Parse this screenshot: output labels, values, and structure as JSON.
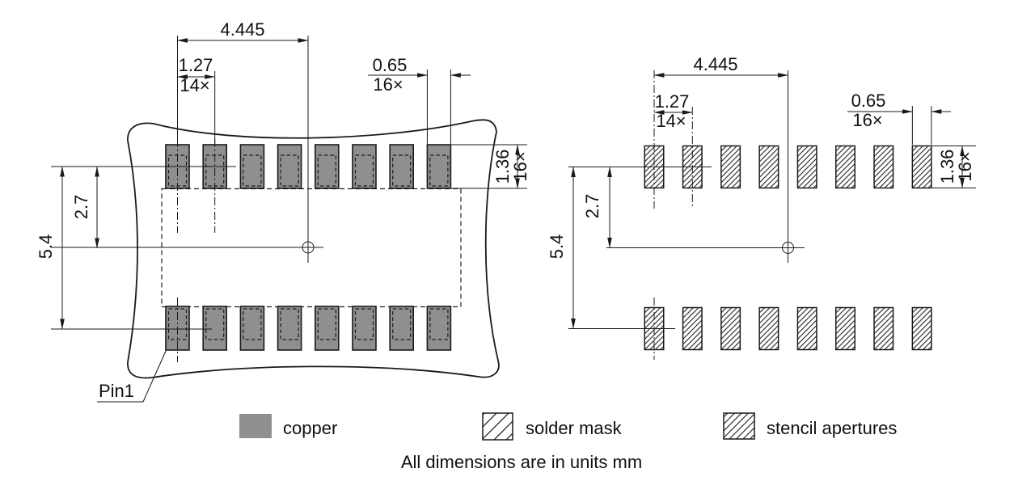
{
  "note": "All dimensions are in units mm",
  "dims": {
    "center_offset": "4.445",
    "pitch": "1.27",
    "pitch_qty": "14×",
    "aperture_width": "0.65",
    "aperture_width_qty": "16×",
    "aperture_height": "1.36",
    "aperture_height_qty": "16×",
    "row_span": "5.4",
    "row_center": "2.7"
  },
  "labels": {
    "pin1": "Pin1"
  },
  "legend": {
    "copper": "copper",
    "solder_mask": "solder mask",
    "stencil_apertures": "stencil apertures"
  },
  "colors": {
    "copper_fill": "#8f8f8f",
    "line": "#1a1a1a"
  }
}
